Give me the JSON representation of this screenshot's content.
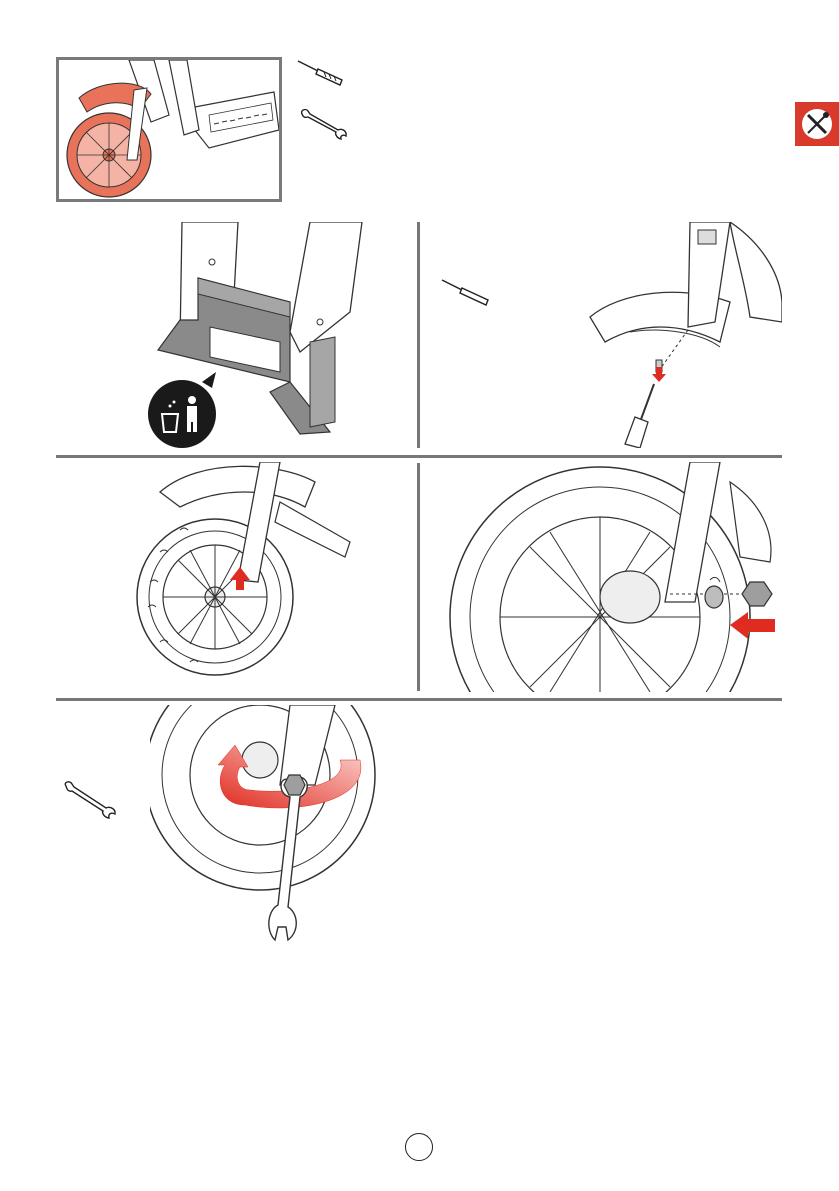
{
  "colors": {
    "accent": "#e8735a",
    "arrow": "#e02b20",
    "badge": "#d83a2c",
    "divider": "#777777",
    "gray_block": "#8a8a8a"
  },
  "thumbnail": {
    "icon": "scooter-front-wheel-highlight"
  },
  "tools": [
    {
      "icon": "screwdriver-icon"
    },
    {
      "icon": "wrench-icon"
    }
  ],
  "badge": {
    "icon": "tools-badge-icon"
  },
  "steps": [
    {
      "id": "remove-packaging",
      "icons": [
        "fork-packaging-block",
        "trash-disposal-icon"
      ]
    },
    {
      "id": "remove-fender-screw",
      "icons": [
        "screwdriver-icon",
        "fender-screw"
      ]
    },
    {
      "id": "insert-axle",
      "icons": [
        "wheel",
        "up-arrow"
      ]
    },
    {
      "id": "attach-washer-nut",
      "icons": [
        "washer",
        "nut",
        "left-arrow"
      ]
    },
    {
      "id": "tighten-nut",
      "icons": [
        "wrench-icon",
        "rotate-arrow"
      ]
    }
  ],
  "page": {
    "number": ""
  }
}
